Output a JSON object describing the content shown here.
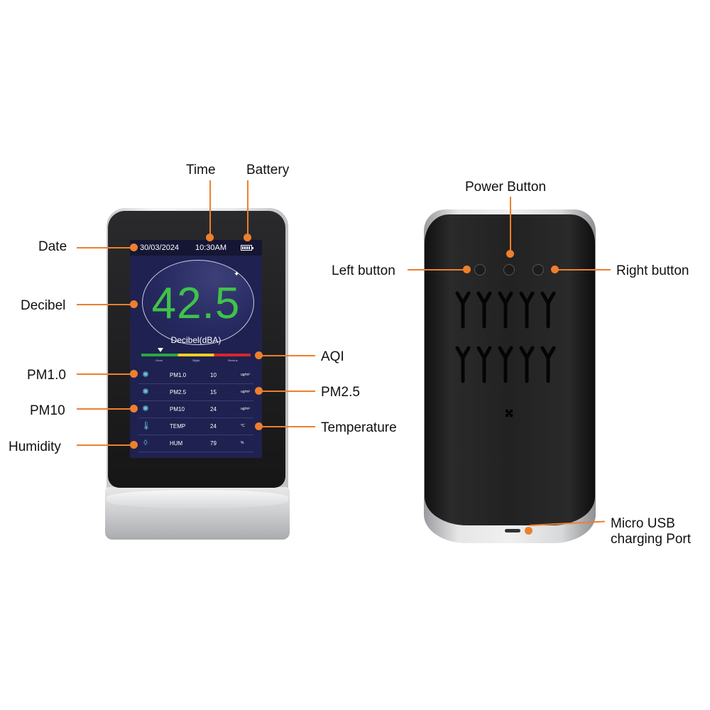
{
  "labels": {
    "time": "Time",
    "battery": "Battery",
    "date": "Date",
    "decibel": "Decibel",
    "pm1": "PM1.0",
    "pm10": "PM10",
    "humidity": "Humidity",
    "aqi": "AQI",
    "pm25": "PM2.5",
    "temperature": "Temperature",
    "power_button": "Power Button",
    "left_button": "Left button",
    "right_button": "Right button",
    "usb_line1": "Micro USB",
    "usb_line2": "charging Port"
  },
  "screen": {
    "date": "30/03/2024",
    "time": "10:30AM",
    "decibel_value": "42.5",
    "decibel_unit": "Decibel(dBA)",
    "aqi_scale": [
      "Good",
      "Slight",
      "Serious"
    ],
    "rows": [
      {
        "icon": "particle-icon",
        "name": "PM1.0",
        "value": "10",
        "unit": "ug/m³"
      },
      {
        "icon": "particle-icon",
        "name": "PM2.5",
        "value": "15",
        "unit": "ug/m³"
      },
      {
        "icon": "particle-icon",
        "name": "PM10",
        "value": "24",
        "unit": "ug/m³"
      },
      {
        "icon": "thermometer-icon",
        "name": "TEMP",
        "value": "24",
        "unit": "°C"
      },
      {
        "icon": "droplet-icon",
        "name": "HUM",
        "value": "79",
        "unit": "%"
      }
    ]
  },
  "colors": {
    "accent": "#ee7f2d",
    "screen_bg": "#1f2150",
    "value_green": "#3fc24a"
  }
}
